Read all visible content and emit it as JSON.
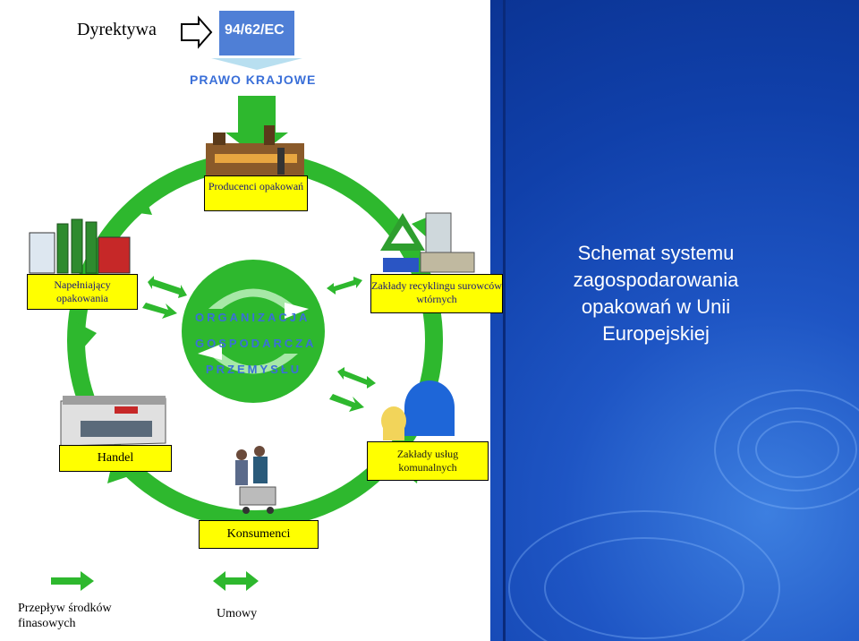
{
  "title": "Schemat systemu zagospodarowania opakowań w Unii Europejskiej",
  "directive_label": "Dyrektywa",
  "directive_code": "94/62/EC",
  "national_law": "PRAWO KRAJOWE",
  "center_lines": [
    "ORGANIZACJA",
    "GOSPODARCZA",
    "PRZEMYSŁU"
  ],
  "nodes": {
    "producers": "Producenci opakowań",
    "fillers": "Napełniający opakowania",
    "recycling": "Zakłady recyklingu surowców wtórnych",
    "retail": "Handel",
    "municipal": "Zakłady usług komunalnych",
    "consumers": "Konsumenci"
  },
  "legend": {
    "financial_flow": "Przepływ środków finasowych",
    "contracts": "Umowy"
  },
  "colors": {
    "cycle_green": "#2eb82e",
    "box_yellow": "#ffff00",
    "slide_blue": "#1848b8",
    "org_text": "#3a6fd8"
  }
}
